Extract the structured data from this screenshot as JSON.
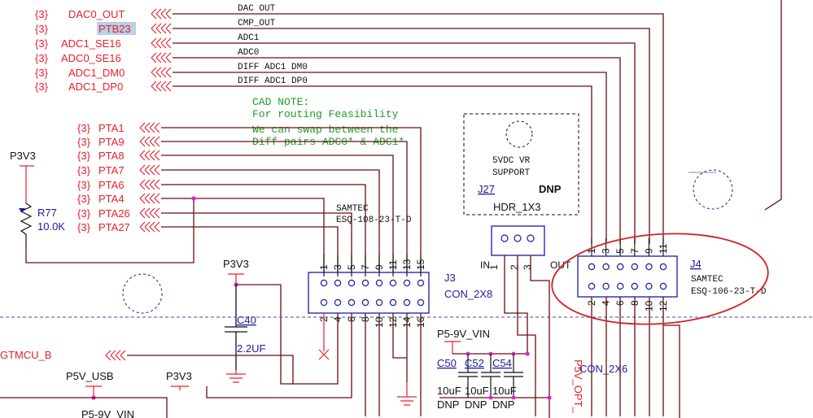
{
  "group_tag": "{3}",
  "top_nets": [
    {
      "left": "DAC0_OUT",
      "right": "DAC OUT"
    },
    {
      "left": "PTB23",
      "right": "CMP_OUT"
    },
    {
      "left": "ADC1_SE16",
      "right": "ADC1"
    },
    {
      "left": "ADC0_SE16",
      "right": "ADC0"
    },
    {
      "left": "ADC1_DM0",
      "right": "DIFF ADC1 DM0"
    },
    {
      "left": "ADC1_DP0",
      "right": "DIFF ADC1 DP0"
    }
  ],
  "pta_nets": [
    "PTA1",
    "PTA9",
    "PTA8",
    "PTA7",
    "PTA6",
    "PTA4",
    "PTA26",
    "PTA27"
  ],
  "cad_note": {
    "line1": "CAD  NOTE:",
    "line2": "For  routing  Feasibility",
    "line3": "We can swap between the",
    "line4": "Diff pairs ADC0* & ADC1*"
  },
  "power": {
    "p3v3": "P3V3",
    "p5v_usb": "P5V_USB",
    "p5_9v_vin": "P5-9V_VIN",
    "p5v_opt": "P5V_OPT_",
    "p5_9v_vin_bottom": "P5-9V_VIN"
  },
  "r77": {
    "ref": "R77",
    "value": "10.0K"
  },
  "j3": {
    "ref": "J3",
    "type": "CON_2X8",
    "mfr": "SAMTEC",
    "part": "ESQ-108-23-T-D",
    "top_pins": [
      "1",
      "3",
      "5",
      "7",
      "9",
      "11",
      "13",
      "15"
    ],
    "bottom_pins": [
      "2",
      "4",
      "6",
      "8",
      "10",
      "12",
      "14",
      "16"
    ]
  },
  "j4": {
    "ref": "J4",
    "type": "CON_2X6",
    "mfr": "SAMTEC",
    "part": "ESQ-106-23-T-D",
    "top_pins": [
      "1",
      "3",
      "5",
      "7",
      "9",
      "11"
    ],
    "bottom_pins": [
      "2",
      "4",
      "6",
      "8",
      "10",
      "12"
    ]
  },
  "j27": {
    "ref": "J27",
    "type": "HDR_1X3",
    "dnp": "DNP",
    "title1": "5VDC VR",
    "title2": "SUPPORT",
    "in_label": "IN",
    "out_label": "OUT",
    "pins": [
      "1",
      "2",
      "3"
    ]
  },
  "c40": {
    "ref": "C40",
    "value": "2.2UF"
  },
  "caps": [
    {
      "ref": "C50",
      "value": "10uF",
      "dnp": "DNP"
    },
    {
      "ref": "C52",
      "value": "10uF",
      "dnp": "DNP"
    },
    {
      "ref": "C54",
      "value": "10uF",
      "dnp": "DNP"
    }
  ],
  "gtmcu": "GTMCU_B",
  "colors": {
    "net_label": "#e8202a",
    "component": "#1a1aa8",
    "wire": "#6b0d0d",
    "note": "#1f9b2c",
    "junction": "#e020d0",
    "highlight_ellipse": "#d42020"
  }
}
